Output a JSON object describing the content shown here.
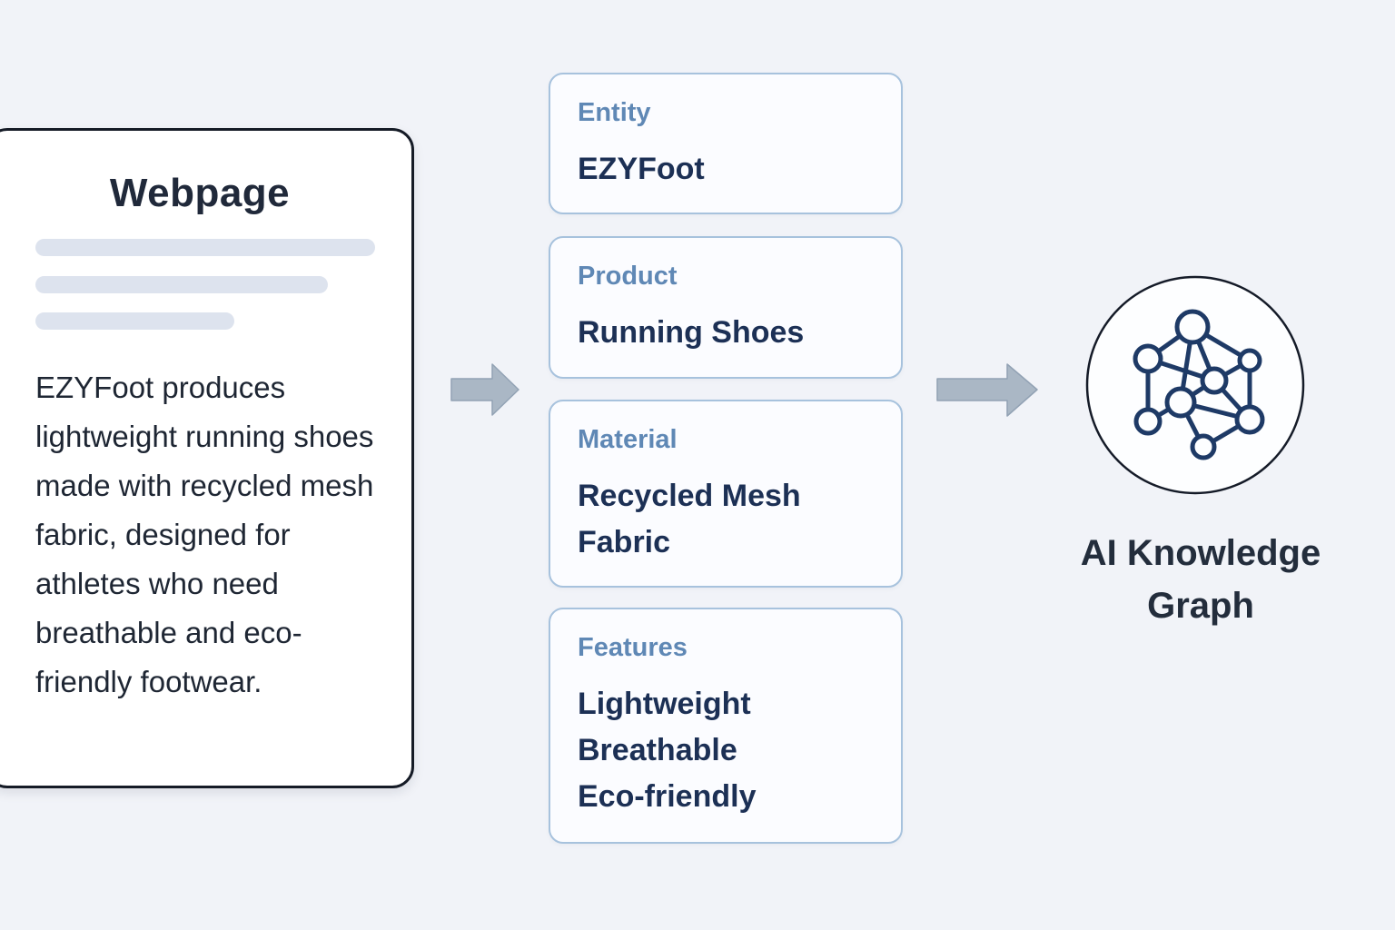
{
  "page": {
    "background_color": "#f1f3f8",
    "type": "entity-extraction-diagram"
  },
  "webpage_card": {
    "title": "Webpage",
    "body": "EZYFoot produces lightweight running shoes made with recycled mesh fabric, designed for athletes who need breathable and eco-friendly footwear.",
    "skeleton_line_count": 3
  },
  "extraction_cards": [
    {
      "label": "Entity",
      "value": "EZYFoot"
    },
    {
      "label": "Product",
      "value": "Running Shoes"
    },
    {
      "label": "Material",
      "value": "Recycled Mesh Fabric"
    },
    {
      "label": "Features",
      "value": "Lightweight\nBreathable\nEco-friendly"
    }
  ],
  "output": {
    "label": "AI Knowledge Graph",
    "icon": "knowledge-graph-icon"
  },
  "icons": {
    "flow_arrow_left": "right-arrow",
    "flow_arrow_right": "right-arrow"
  },
  "colors": {
    "card_border": "#a7c2dd",
    "card_label": "#5f88b5",
    "card_value": "#1c3055",
    "webpage_border": "#151b26",
    "text_dark": "#1e2633",
    "skeleton": "#dde3ee",
    "arrow_fill": "#aab7c5",
    "arrow_edge": "#92a2b4",
    "graph_line": "#1e3a66"
  }
}
